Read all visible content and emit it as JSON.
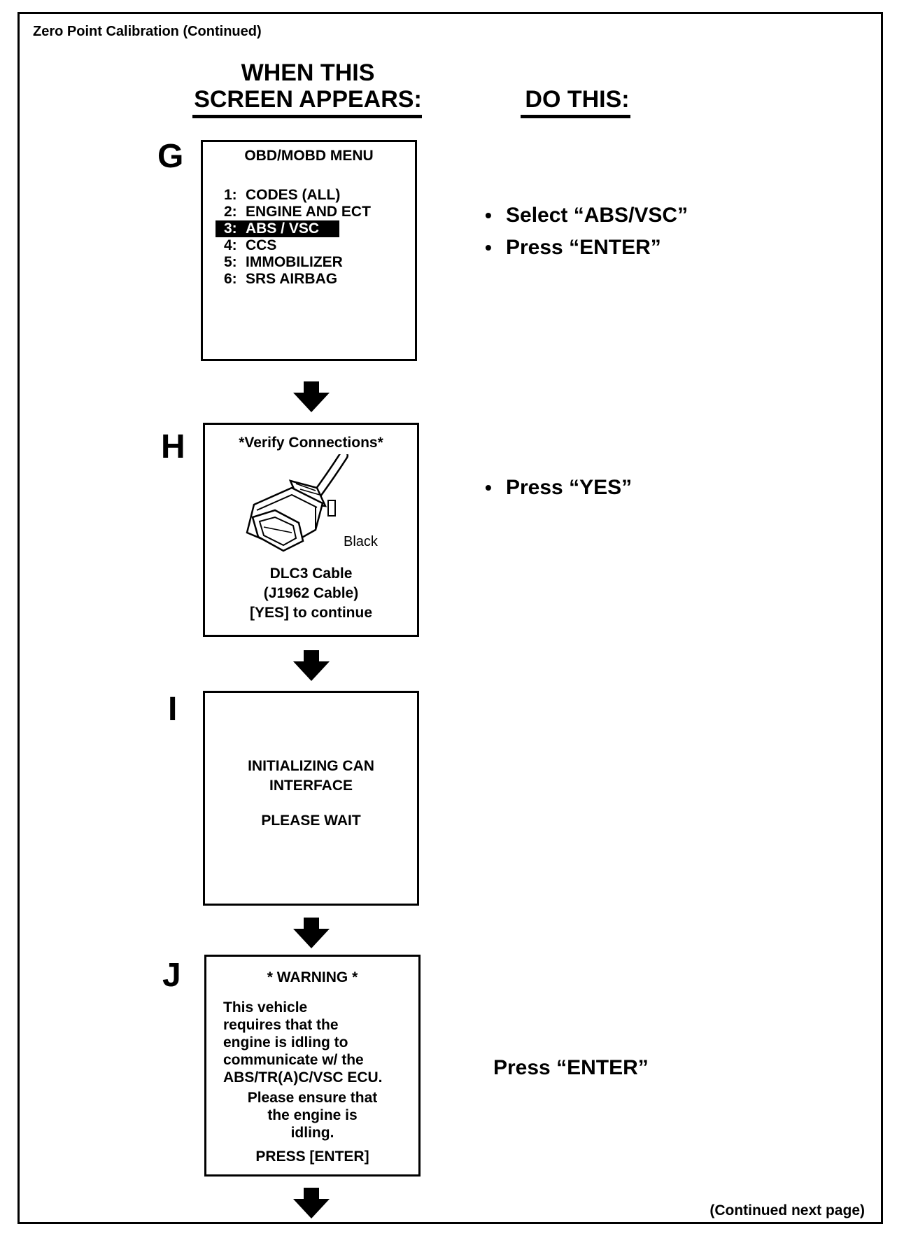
{
  "header": {
    "title": "Zero Point Calibration (Continued)"
  },
  "columns": {
    "left_line1": "WHEN THIS",
    "left_line2": "SCREEN APPEARS:",
    "right": "DO THIS:"
  },
  "steps": {
    "g": {
      "letter": "G",
      "screen_title": "OBD/MOBD MENU",
      "menu": [
        {
          "num": "1:",
          "label": "CODES (ALL)"
        },
        {
          "num": "2:",
          "label": "ENGINE AND ECT"
        },
        {
          "num": "3:",
          "label": "ABS / VSC"
        },
        {
          "num": "4:",
          "label": "CCS"
        },
        {
          "num": "5:",
          "label": "IMMOBILIZER"
        },
        {
          "num": "6:",
          "label": "SRS AIRBAG"
        }
      ],
      "actions": [
        "Select “ABS/VSC”",
        "Press “ENTER”"
      ]
    },
    "h": {
      "letter": "H",
      "screen_title": "*Verify Connections*",
      "connector_label": "Black",
      "lines": [
        "DLC3 Cable",
        "(J1962 Cable)",
        "[YES] to continue"
      ],
      "action": "Press “YES”"
    },
    "i": {
      "letter": "I",
      "lines": [
        "INITIALIZING CAN",
        "INTERFACE",
        "PLEASE WAIT"
      ]
    },
    "j": {
      "letter": "J",
      "screen_title": "* WARNING *",
      "body_lines": [
        "This vehicle",
        "requires that the",
        "engine is idling to",
        "communicate w/ the",
        "ABS/TR(A)C/VSC ECU."
      ],
      "ensure_lines": [
        "Please ensure that",
        "the engine is",
        "idling."
      ],
      "press": "PRESS [ENTER]",
      "action": "Press “ENTER”"
    }
  },
  "footer": {
    "continued": "(Continued next page)"
  },
  "icons": {
    "down_arrow": "down-arrow-icon",
    "connector": "dlc3-connector-icon"
  }
}
